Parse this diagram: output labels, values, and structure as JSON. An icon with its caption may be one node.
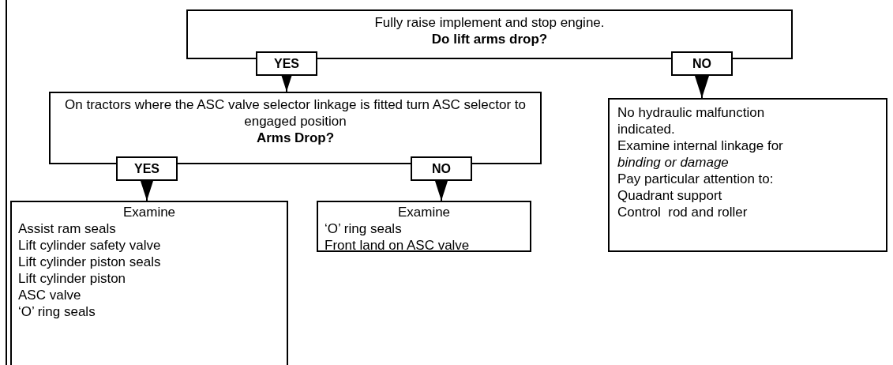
{
  "diagram": {
    "nodes": [
      {
        "text": [
          "Fully raise implement and stop engine.",
          "Do lift arms drop?"
        ]
      },
      {
        "text": [
          "On tractors where the ASC valve selector linkage is fitted turn ASC selector to engaged position",
          "Arms Drop?"
        ]
      },
      {
        "text": [
          "Examine",
          "Assist ram seals",
          "Lift cylinder safety valve",
          "Lift cylinder piston seals",
          "Lift cylinder piston",
          "ASC valve",
          "‘O’ ring seals"
        ]
      },
      {
        "text": [
          "Examine",
          "‘O’ ring seals",
          "Front land on ASC valve"
        ]
      },
      {
        "text": [
          "No hydraulic malfunction indicated.",
          "Examine internal linkage for *binding or damage*",
          "Pay particular attention to:",
          "Quadrant support",
          "Control  rod and roller"
        ]
      }
    ],
    "edges": [
      {
        "from": 0,
        "to": 1,
        "arrow": "to",
        "label": "YES"
      },
      {
        "from": 0,
        "to": 4,
        "arrow": "to",
        "label": "NO"
      },
      {
        "from": 1,
        "to": 2,
        "arrow": "to",
        "label": "YES"
      },
      {
        "from": 1,
        "to": 3,
        "arrow": "to",
        "label": "NO"
      }
    ]
  }
}
